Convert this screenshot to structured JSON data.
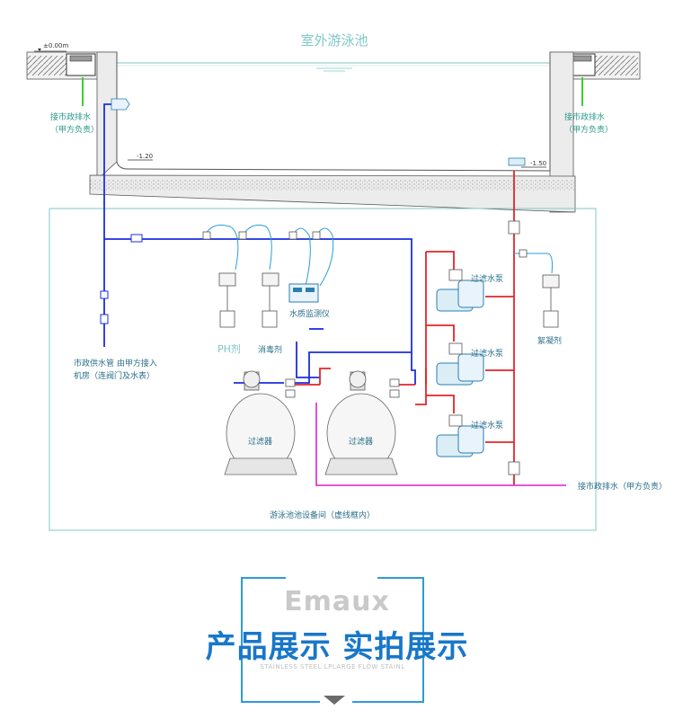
{
  "diagram": {
    "pool_title": "室外游泳池",
    "level_top": "±0.00m",
    "level_deep": "-1.50",
    "level_shallow": "-1.20",
    "drain_left": "接市政排水",
    "drain_left_note": "（甲方负责）",
    "drain_right": "接市政排水",
    "drain_right_note": "（甲方负责）",
    "supply_line1": "市政供水管 由甲方接入",
    "supply_line2": "机房（连阀门及水表）",
    "ph_label": "PH剂",
    "disinfectant_label": "消毒剂",
    "monitor_label": "水质监测仪",
    "flocculant_label": "絮凝剂",
    "pump_labels": [
      "过滤水泵",
      "过滤水泵",
      "过滤水泵"
    ],
    "filter_labels": [
      "过滤器",
      "过滤器"
    ],
    "drain_bottom": "接市政排水（甲方负责）",
    "equipment_room": "游泳池池设备间（虚线框内）"
  },
  "header": {
    "brand": "Emaux",
    "headline": "产品展示 实拍展示",
    "tagline": "STAINLESS STEEL LPLARGE FLOW STAINL"
  },
  "colors": {
    "cyan": "#7fc7c8",
    "supply_blue": "#1a2fe0",
    "pressure_red": "#e0262b",
    "drain_magenta": "#e03cd6",
    "drain_green": "#37d12f",
    "accent": "#1877c9"
  }
}
